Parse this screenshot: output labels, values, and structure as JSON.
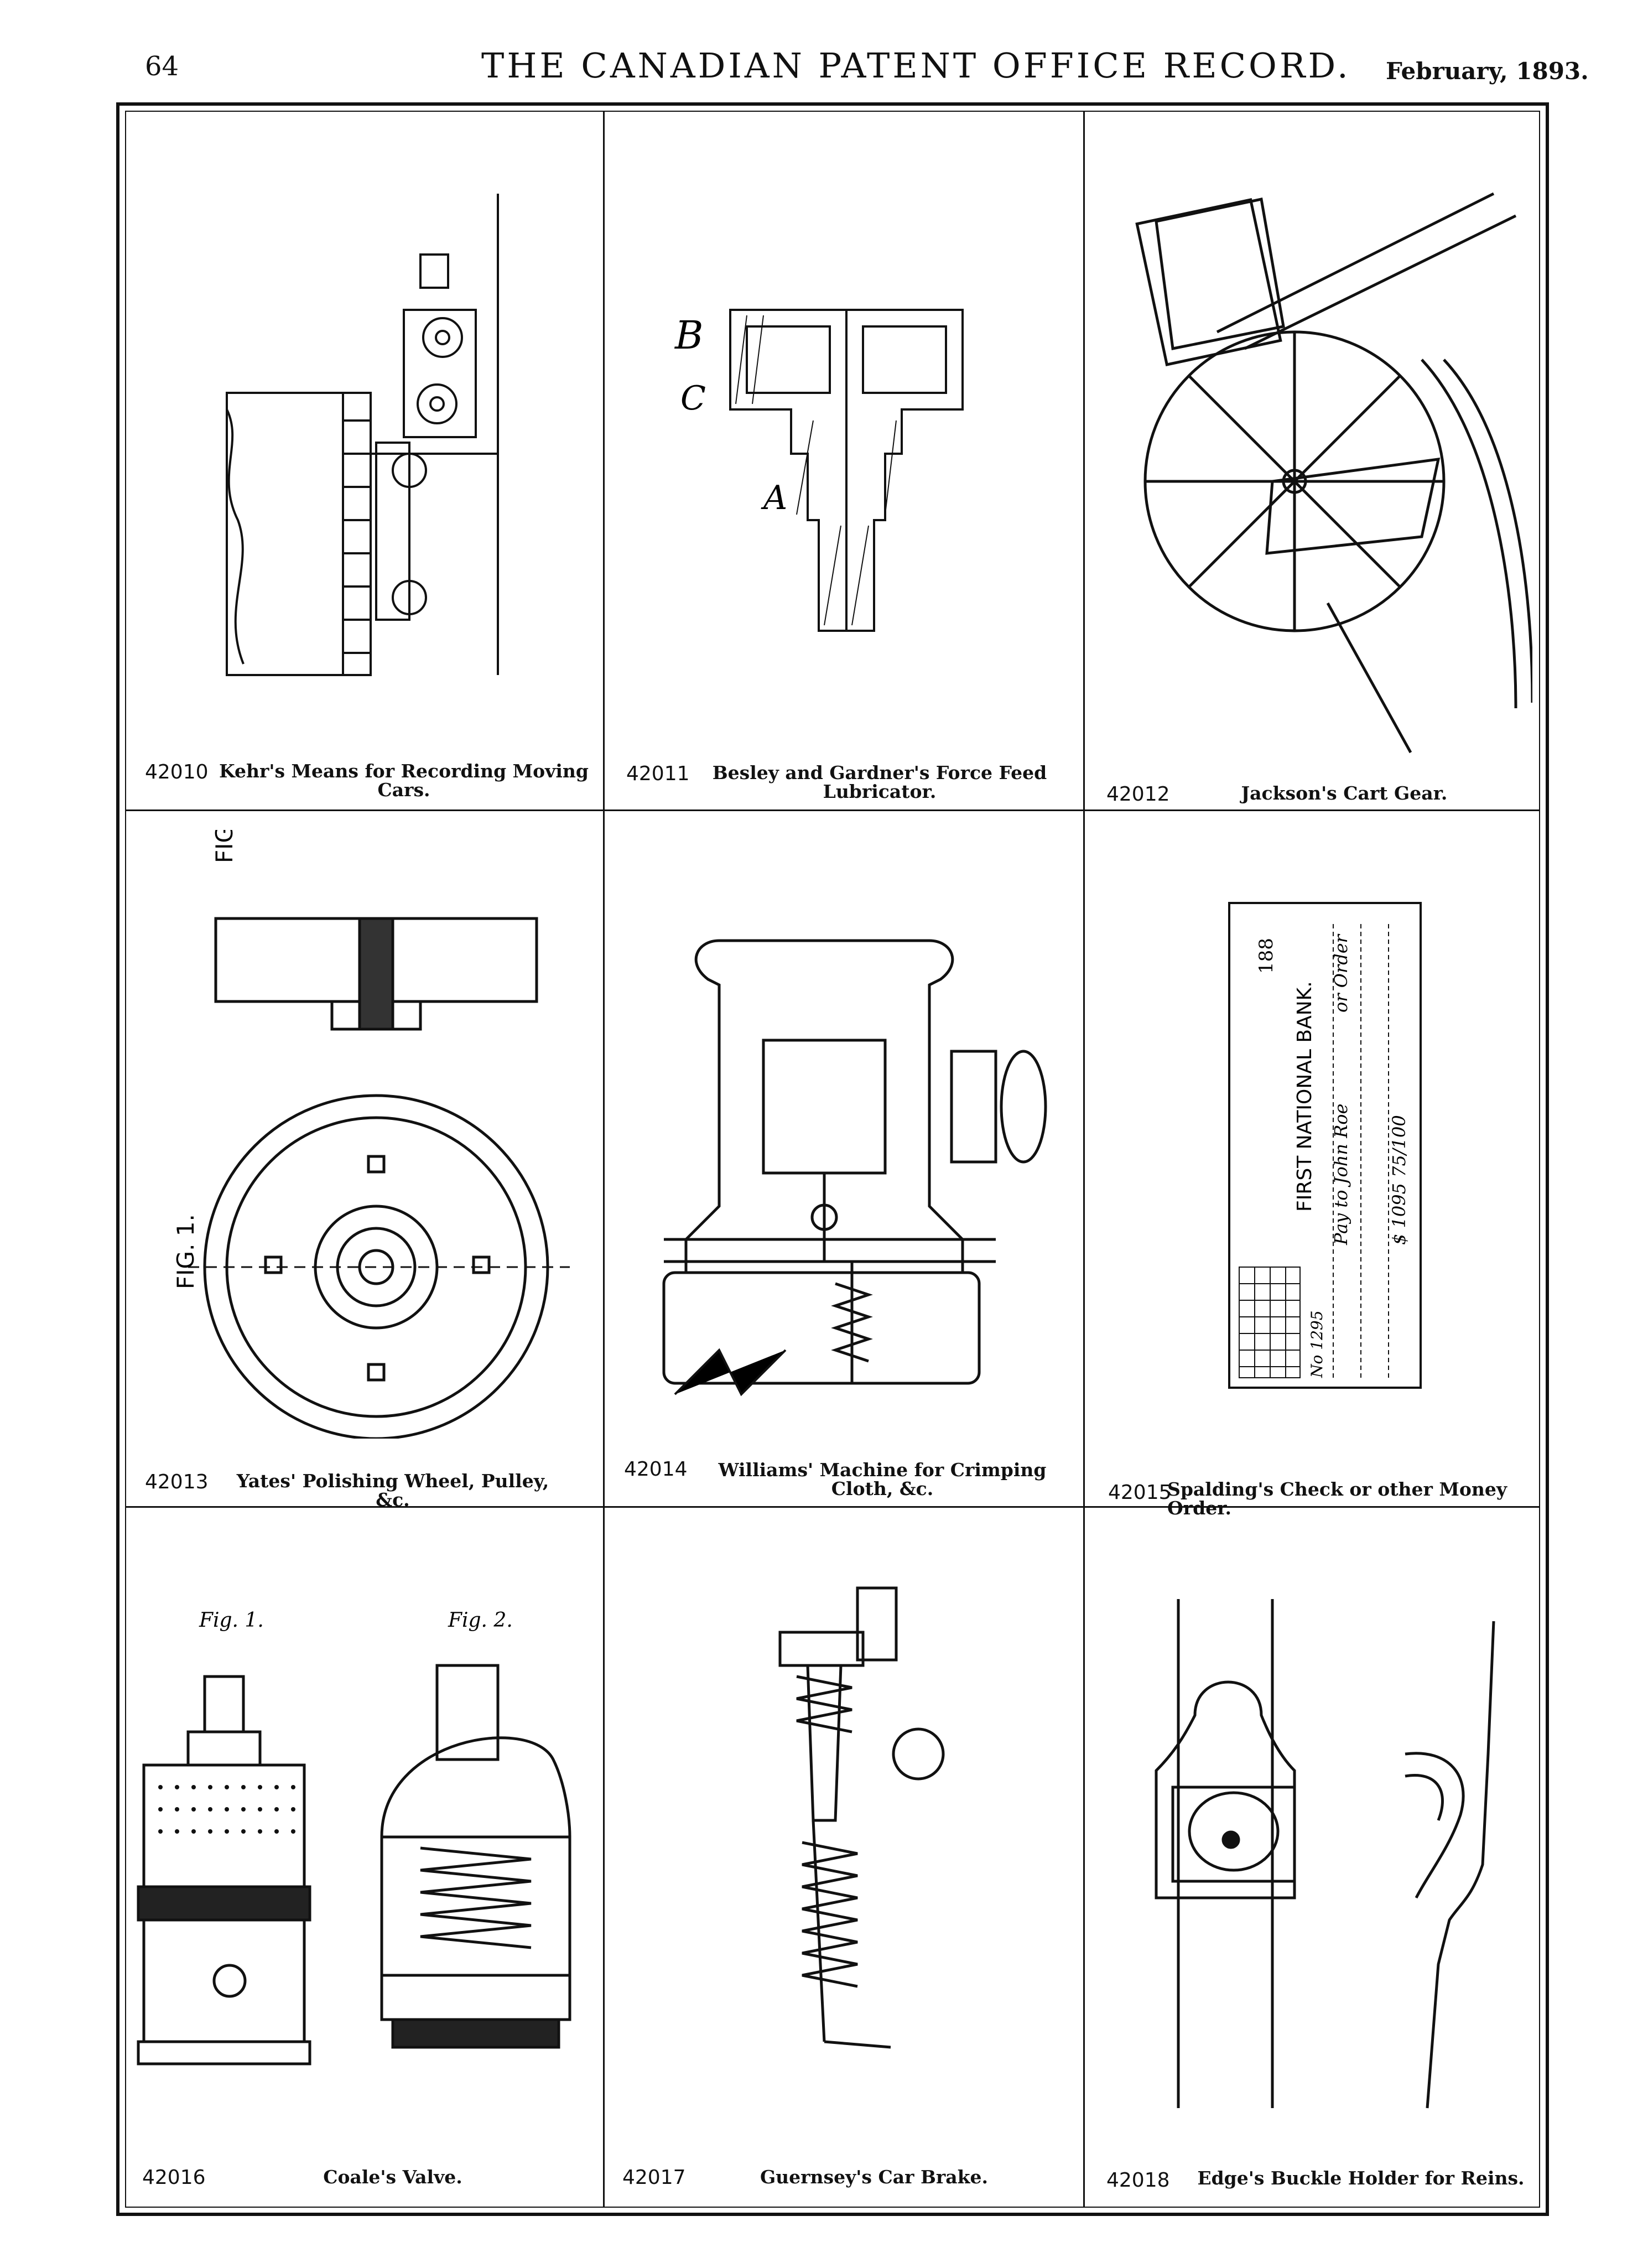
{
  "header": {
    "page_number": "64",
    "title": "THE CANADIAN PATENT OFFICE RECORD.",
    "date": "February, 1893."
  },
  "patents": [
    {
      "number": "42010",
      "caption": "Kehr's Means for Recording Moving Cars."
    },
    {
      "number": "42011",
      "caption": "Besley and Gardner's Force Feed Lubricator."
    },
    {
      "number": "42012",
      "caption": "Jackson's Cart Gear."
    },
    {
      "number": "42013",
      "caption": "Yates' Polishing Wheel, Pulley, &c."
    },
    {
      "number": "42014",
      "caption": "Williams' Machine for Crimping Cloth, &c."
    },
    {
      "number": "42015",
      "caption": "Spalding's Check or other Money Order."
    },
    {
      "number": "42016",
      "caption": "Coale's Valve."
    },
    {
      "number": "42017",
      "caption": "Guernsey's Car Brake."
    },
    {
      "number": "42018",
      "caption": "Edge's Buckle Holder for Reins."
    }
  ],
  "drawing_labels": {
    "fig1": "FIG. 1.",
    "fig2": "FIG. 2.",
    "fig1_script": "Fig. 1.",
    "fig2_script": "Fig. 2.",
    "check_no": "No 1295",
    "check_bank": "FIRST NATIONAL BANK.",
    "check_year": "188",
    "check_pay": "Pay to John Roe",
    "check_order": "or Order",
    "check_amount": "$ 1095 75/100"
  }
}
